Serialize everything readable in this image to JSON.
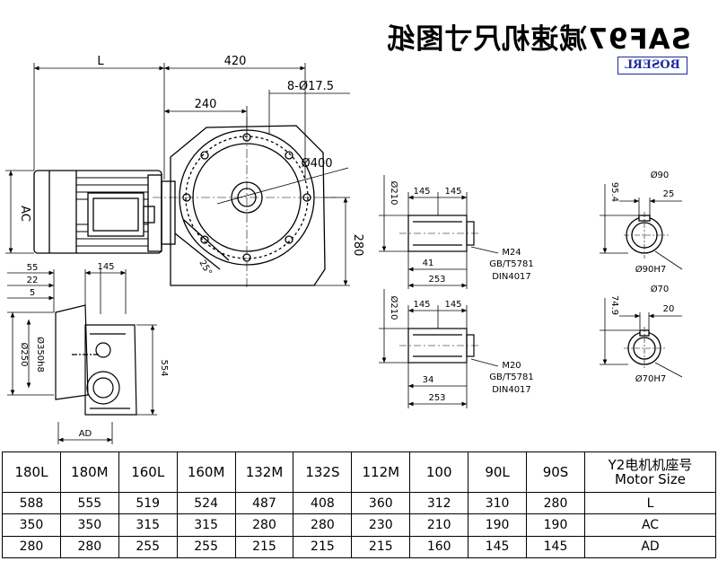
{
  "title": "SAF97减速机尺寸图纸",
  "brand": "BOSERL",
  "dimensions": {
    "L": "L",
    "w420": "420",
    "w240": "240",
    "holes": "8-Ø17.5",
    "dia400": "Ø400",
    "h280": "280",
    "AC": "AC",
    "angle": "25°",
    "d55": "55",
    "d22": "22",
    "d5": "5",
    "d145": "145",
    "dia250": "Ø250",
    "dia350h": "Ø350h8",
    "d554": "554",
    "AD": "AD"
  },
  "shaft_a": {
    "dia": "Ø210",
    "d145a": "145",
    "d145b": "145",
    "thread": "M24",
    "std1": "GB/T5781",
    "std2": "DIN4017",
    "d41": "41",
    "d253": "253"
  },
  "shaft_b": {
    "dia": "Ø210",
    "d145a": "145",
    "d145b": "145",
    "thread": "M20",
    "std1": "GB/T5781",
    "std2": "DIN4017",
    "d34": "34",
    "d253": "253"
  },
  "section_a": {
    "name": "Ø90",
    "key": "25",
    "depth": "95.4",
    "bore": "Ø90H7"
  },
  "section_b": {
    "name": "Ø70",
    "key": "20",
    "depth": "74.9",
    "bore": "Ø70H7"
  },
  "table": {
    "header_line1": "Y2电机机座号",
    "header_line2": "Motor Size",
    "sizes": [
      "90S",
      "90L",
      "100",
      "112M",
      "132S",
      "132M",
      "160M",
      "160L",
      "180M",
      "180L"
    ],
    "rows": [
      {
        "label": "L",
        "values": [
          "280",
          "310",
          "312",
          "360",
          "408",
          "487",
          "524",
          "519",
          "555",
          "588"
        ]
      },
      {
        "label": "AC",
        "values": [
          "190",
          "190",
          "210",
          "230",
          "280",
          "280",
          "315",
          "315",
          "350",
          "350"
        ]
      },
      {
        "label": "AD",
        "values": [
          "145",
          "145",
          "160",
          "215",
          "215",
          "215",
          "255",
          "255",
          "280",
          "280"
        ]
      }
    ]
  }
}
